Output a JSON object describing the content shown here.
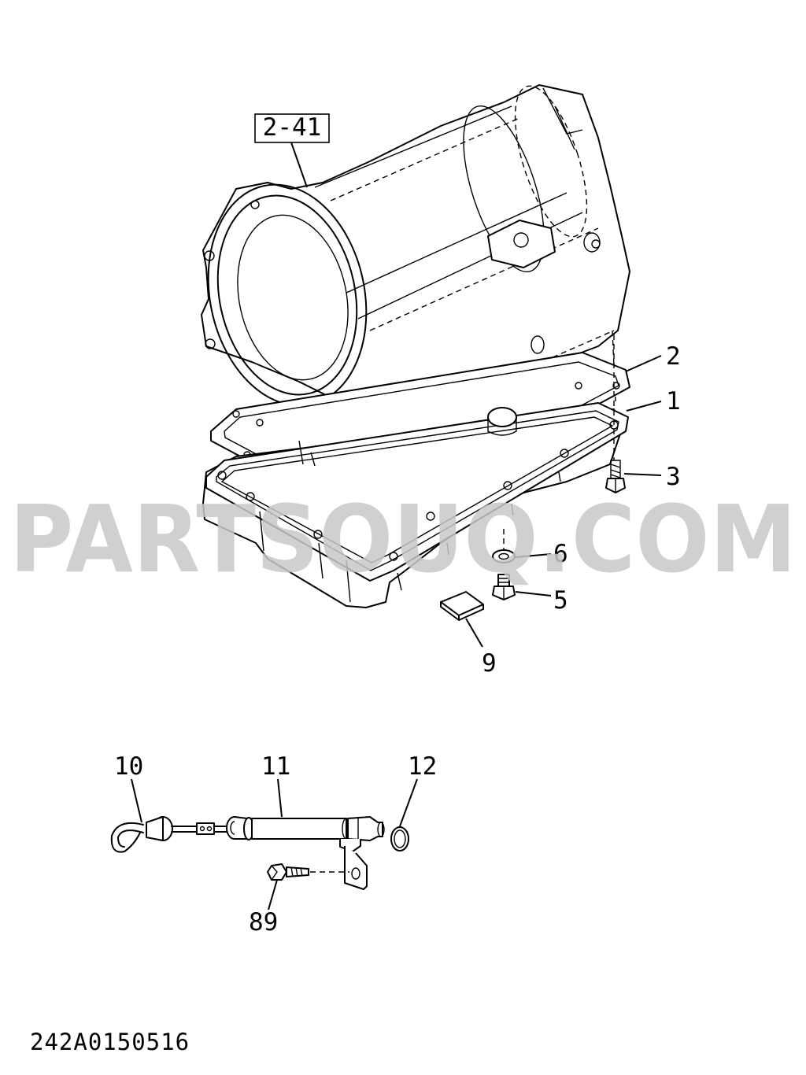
{
  "reference_box": {
    "label": "2-41"
  },
  "callouts": {
    "c1": "1",
    "c2": "2",
    "c3": "3",
    "c5": "5",
    "c6": "6",
    "c9": "9",
    "c10": "10",
    "c11": "11",
    "c12": "12",
    "c89": "89"
  },
  "watermark": {
    "text": "PARTSOUQ.COM",
    "color": "#c8c8c8"
  },
  "drawing_id": "242A0150516",
  "colors": {
    "line": "#000000",
    "background": "#ffffff"
  }
}
